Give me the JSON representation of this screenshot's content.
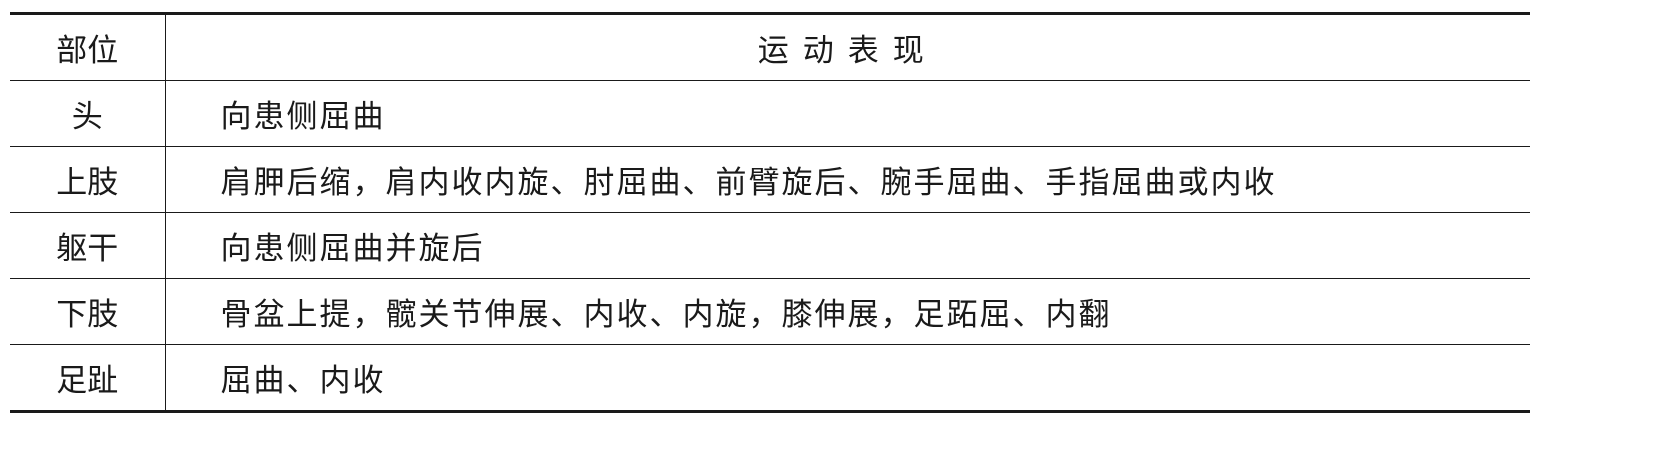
{
  "table": {
    "headers": [
      "部位",
      "运动表现"
    ],
    "rows": [
      {
        "part": "头",
        "movement": "向患侧屈曲"
      },
      {
        "part": "上肢",
        "movement": "肩胛后缩，肩内收内旋、肘屈曲、前臂旋后、腕手屈曲、手指屈曲或内收"
      },
      {
        "part": "躯干",
        "movement": "向患侧屈曲并旋后"
      },
      {
        "part": "下肢",
        "movement": "骨盆上提，髋关节伸展、内收、内旋，膝伸展，足跖屈、内翻"
      },
      {
        "part": "足趾",
        "movement": "屈曲、内收"
      }
    ]
  }
}
